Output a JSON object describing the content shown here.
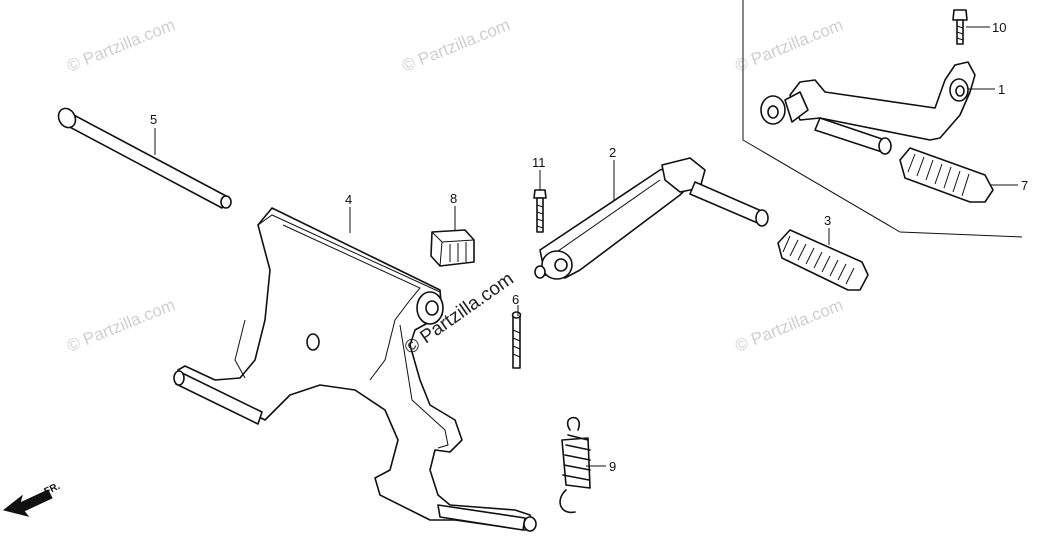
{
  "watermark": {
    "text": "© Partzilla.com",
    "center_text": "© Partzilla.com"
  },
  "callouts": {
    "p1": "1",
    "p2": "2",
    "p3": "3",
    "p4": "4",
    "p5": "5",
    "p6": "6",
    "p7": "7",
    "p8": "8",
    "p9": "9",
    "p10": "10",
    "p11": "11"
  },
  "direction_label": "FR."
}
